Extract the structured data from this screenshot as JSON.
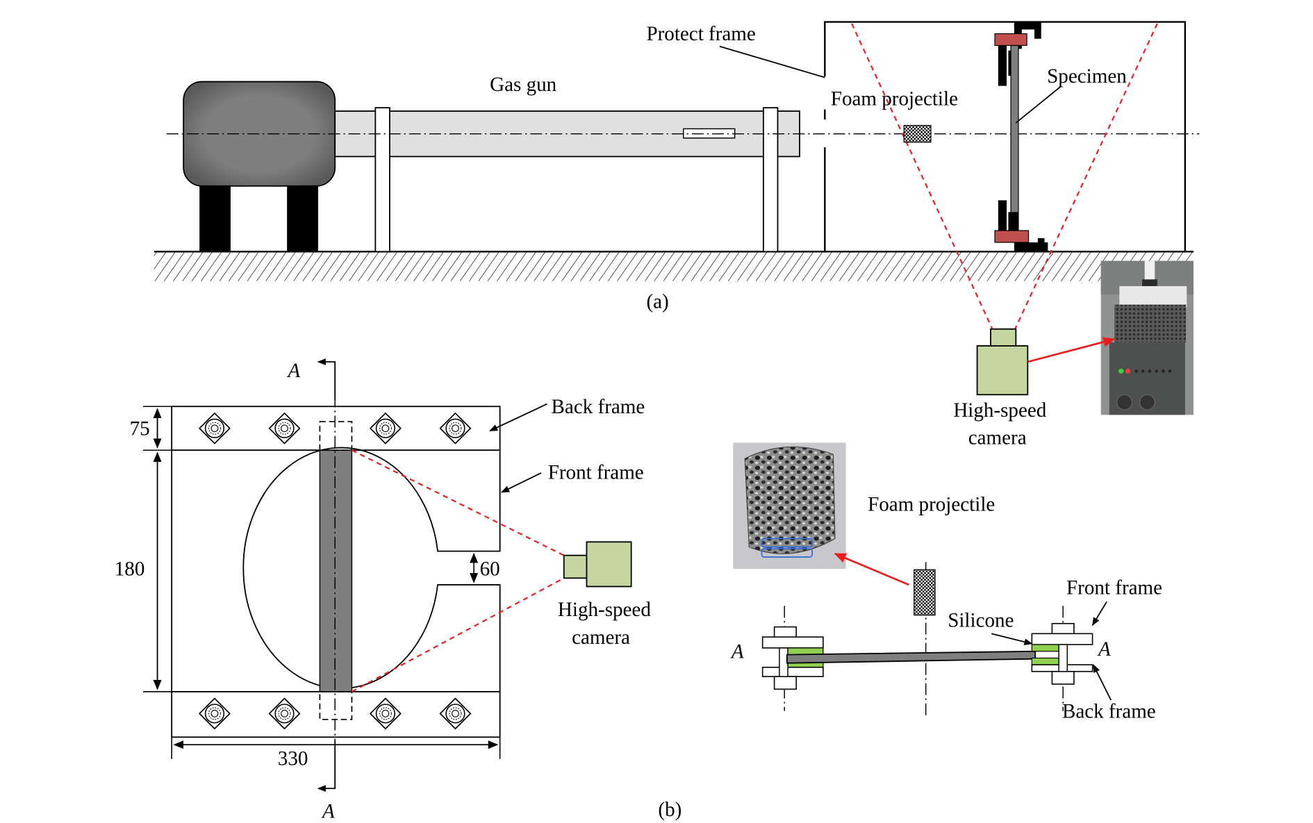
{
  "figure": {
    "panel_a": {
      "caption": "(a)",
      "labels": {
        "gas_gun": "Gas gun",
        "protect_frame": "Protect frame",
        "foam_projectile": "Foam projectile",
        "specimen": "Specimen",
        "camera_line1": "High-speed",
        "camera_line2": "camera"
      }
    },
    "panel_b": {
      "caption": "(b)",
      "section_label": "A",
      "labels": {
        "back_frame": "Back frame",
        "front_frame": "Front frame",
        "camera_line1": "High-speed",
        "camera_line2": "camera",
        "foam_projectile": "Foam projectile",
        "silicone": "Silicone",
        "front_frame_section": "Front frame",
        "back_frame_section": "Back frame"
      },
      "dimensions": {
        "back_frame_height": "75",
        "window_height": "180",
        "slot_width": "60",
        "frame_width": "330"
      }
    },
    "colors": {
      "camera_fill": "#c6d6a0",
      "clamp_red": "#c0504d",
      "silicone_green": "#92d050",
      "specimen_gray": "#7f7f7f",
      "gun_barrel": "#e0e0e0",
      "guide_red": "#ee1c1c"
    }
  }
}
